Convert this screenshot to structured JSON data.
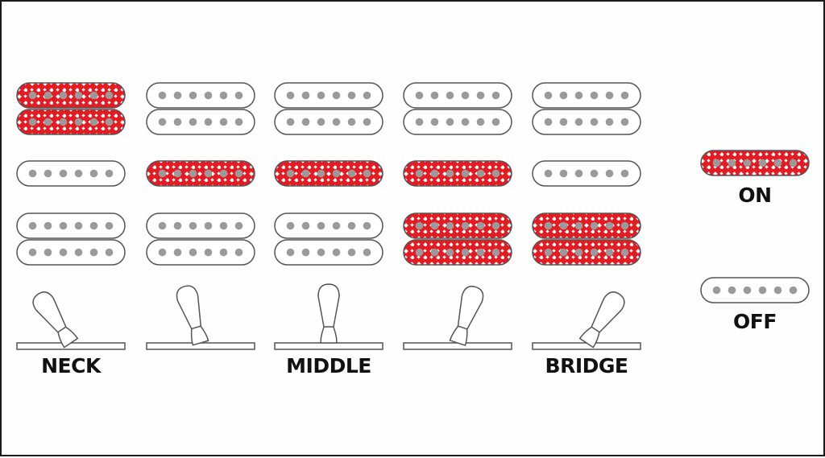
{
  "colors": {
    "on_fill": "#e31b23",
    "on_dot": "#9a9a9a",
    "off_fill": "#ffffff",
    "off_dot": "#9a9a9a",
    "stroke": "#555555",
    "board": "#ffffff",
    "text": "#111111"
  },
  "positions": [
    {
      "neck": true,
      "middle": false,
      "bridge": false,
      "switch_lean": "neck"
    },
    {
      "neck": false,
      "middle": true,
      "bridge": false,
      "switch_lean": "neck-middle"
    },
    {
      "neck": false,
      "middle": true,
      "bridge": false,
      "switch_lean": "middle"
    },
    {
      "neck": false,
      "middle": true,
      "bridge": true,
      "switch_lean": "middle-bridge"
    },
    {
      "neck": false,
      "middle": false,
      "bridge": true,
      "switch_lean": "bridge"
    }
  ],
  "labels": {
    "neck": "NECK",
    "middle": "MIDDLE",
    "bridge": "BRIDGE",
    "on": "ON",
    "off": "OFF"
  },
  "legend": [
    {
      "state": "on"
    },
    {
      "state": "off"
    }
  ]
}
